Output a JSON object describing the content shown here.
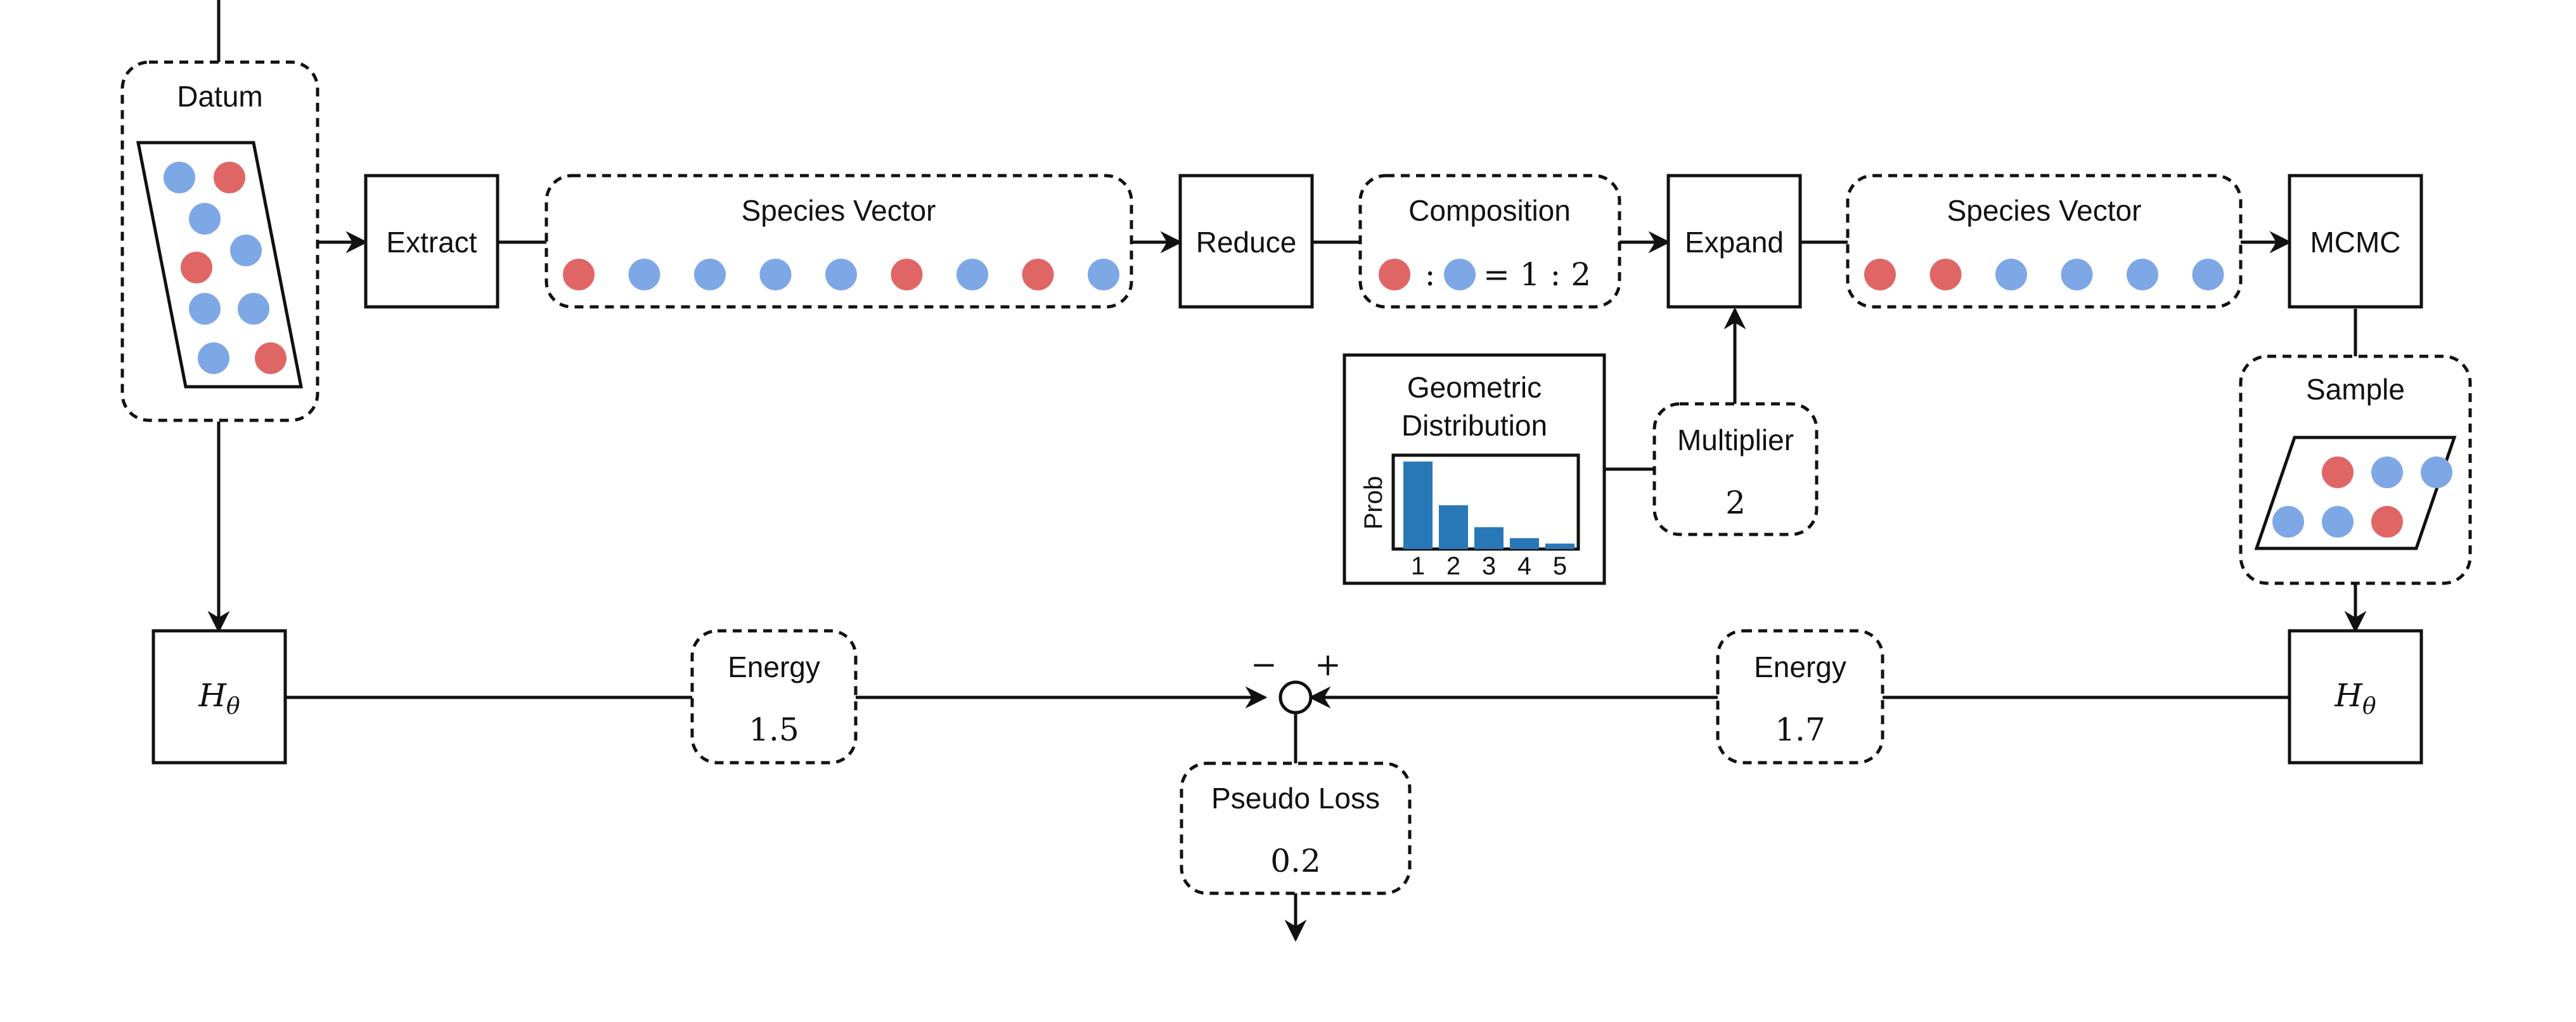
{
  "colors": {
    "red": "#e06666",
    "blue": "#7ea7e6",
    "bar": "#2878b8",
    "stroke": "#111111"
  },
  "datum": {
    "title": "Datum",
    "dots": [
      "blue",
      "red",
      "blue",
      "red",
      "blue",
      "blue",
      "blue",
      "blue",
      "red"
    ]
  },
  "extract": {
    "label": "Extract"
  },
  "species_vector_in": {
    "title": "Species Vector",
    "dots": [
      "red",
      "blue",
      "blue",
      "blue",
      "blue",
      "red",
      "blue",
      "red",
      "blue"
    ]
  },
  "reduce": {
    "label": "Reduce"
  },
  "composition": {
    "title": "Composition",
    "colon": ":",
    "equation": "= 1 : 2"
  },
  "expand": {
    "label": "Expand"
  },
  "species_vector_out": {
    "title": "Species Vector",
    "dots": [
      "red",
      "red",
      "blue",
      "blue",
      "blue",
      "blue"
    ]
  },
  "mcmc": {
    "label": "MCMC"
  },
  "geometric": {
    "title_line1": "Geometric",
    "title_line2": "Distribution",
    "ylabel": "Prob",
    "chart_data": {
      "type": "bar",
      "categories": [
        "1",
        "2",
        "3",
        "4",
        "5"
      ],
      "values": [
        0.5,
        0.25,
        0.125,
        0.0625,
        0.03125
      ],
      "title": "",
      "xlabel": "",
      "ylabel": "Prob"
    }
  },
  "multiplier": {
    "title": "Multiplier",
    "value": "2"
  },
  "sample": {
    "title": "Sample",
    "dots": [
      "red",
      "blue",
      "blue",
      "blue",
      "blue",
      "red"
    ]
  },
  "h_left": {
    "label": "H",
    "subscript": "θ"
  },
  "h_right": {
    "label": "H",
    "subscript": "θ"
  },
  "energy_left": {
    "title": "Energy",
    "value": "1.5"
  },
  "energy_right": {
    "title": "Energy",
    "value": "1.7"
  },
  "sum_node": {
    "minus": "−",
    "plus": "+"
  },
  "pseudo_loss": {
    "title": "Pseudo Loss",
    "value": "0.2"
  }
}
